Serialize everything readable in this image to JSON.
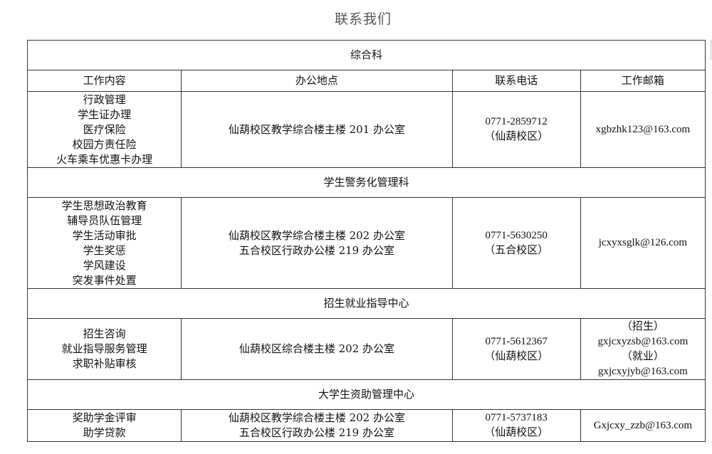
{
  "page_title": "联系我们",
  "table": {
    "headers": [
      "工作内容",
      "办公地点",
      "联系电话",
      "工作邮箱"
    ],
    "sections": [
      {
        "name": "综合科",
        "duties": [
          "行政管理",
          "学生证办理",
          "医疗保险",
          "校园方责任险",
          "火车乘车优惠卡办理"
        ],
        "location": [
          "仙葫校区教学综合楼主楼 201 办公室"
        ],
        "phone": [
          "0771-2859712",
          "（仙葫校区）"
        ],
        "email": [
          "xgbzhk123@163.com"
        ]
      },
      {
        "name": "学生警务化管理科",
        "duties": [
          "学生思想政治教育",
          "辅导员队伍管理",
          "学生活动审批",
          "学生奖惩",
          "学风建设",
          "突发事件处置"
        ],
        "location": [
          "仙葫校区教学综合楼主楼 202 办公室",
          "五合校区行政办公楼 219 办公室"
        ],
        "phone": [
          "0771-5630250",
          "（五合校区）"
        ],
        "email": [
          "jcxyxsglk@126.com"
        ]
      },
      {
        "name": "招生就业指导中心",
        "duties": [
          "招生咨询",
          "就业指导服务管理",
          "求职补贴审核"
        ],
        "location": [
          "仙葫校区综合楼主楼 202 办公室"
        ],
        "phone": [
          "0771-5612367",
          "（仙葫校区）"
        ],
        "email": [
          "（招生）",
          "gxjcxyzsb@163.com",
          "（就业）",
          "gxjcxyjyb@163.com"
        ]
      },
      {
        "name": "大学生资助管理中心",
        "duties": [
          "奖助学金评审",
          "助学贷款"
        ],
        "location": [
          "仙葫校区教学综合楼主楼 202 办公室",
          "五合校区行政办公楼 219 办公室"
        ],
        "phone": [
          "0771-5737183",
          "（仙葫校区）"
        ],
        "email": [
          "Gxjcxy_zzb@163.com"
        ]
      }
    ]
  }
}
